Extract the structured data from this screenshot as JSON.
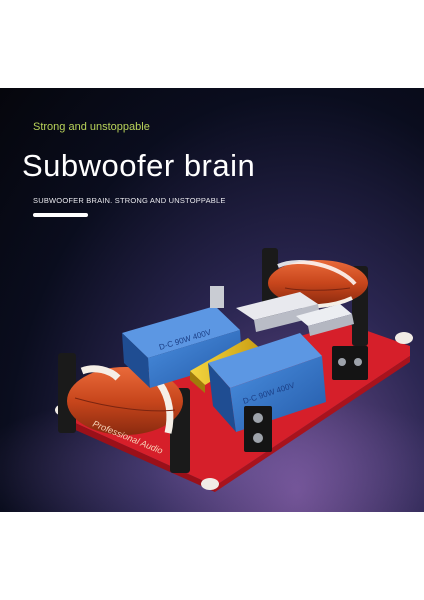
{
  "banner": {
    "tagline": "Strong and unstoppable",
    "title": "Subwoofer brain",
    "subtitle": "SUBWOOFER BRAIN. STRONG AND UNSTOPPABLE"
  },
  "product": {
    "board_text": "Professional Audio",
    "capacitor_left_text": "D-C 90W 400V",
    "capacitor_right_text": "D-C 90W 400V"
  },
  "colors": {
    "tagline": "#b9d35a",
    "board": "#d61f2a",
    "copper_coil": "#c8461c",
    "capacitor": "#2f6fc2",
    "yellow_cap": "#e8c31d"
  }
}
